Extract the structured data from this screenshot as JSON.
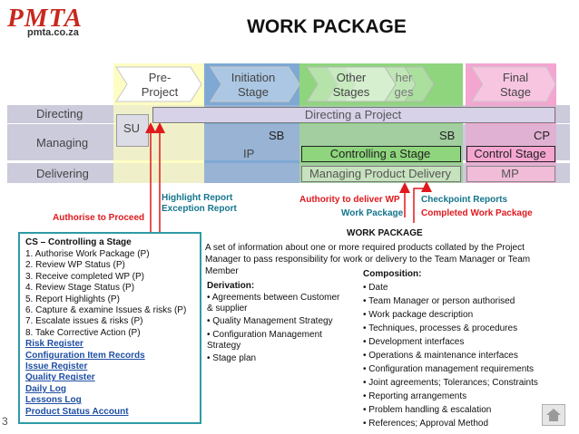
{
  "logo": {
    "brand": "PMTA",
    "site": "pmta.co.za"
  },
  "title": "WORK PACKAGE",
  "stages": {
    "pre_project": [
      "Pre-",
      "Project"
    ],
    "initiation": [
      "Initiation",
      "Stage"
    ],
    "other": [
      "Other",
      "Stages"
    ],
    "other_ghost": [
      "her",
      "ges"
    ],
    "final": [
      "Final",
      "Stage"
    ]
  },
  "rows": {
    "directing": "Directing",
    "managing": "Managing",
    "delivering": "Delivering"
  },
  "cells": {
    "su": "SU",
    "directing_project": "Directing a Project",
    "sb_initiation": "SB",
    "ip": "IP",
    "sb_other": "SB",
    "controlling_stage": "Controlling a Stage",
    "cp": "CP",
    "control_stage": "Control Stage",
    "managing_delivery": "Managing Product Delivery",
    "mp": "MP"
  },
  "flow_labels": {
    "highlight_report": "Highlight Report",
    "exception_report": "Exception Report",
    "authorise_to_proceed": "Authorise to Proceed",
    "authority_to_deliver": "Authority to deliver WP",
    "work_package": "Work Package",
    "checkpoint_reports": "Checkpoint Reports",
    "completed_work_package": "Completed Work Package"
  },
  "cs_panel": {
    "heading": "CS – Controlling a Stage",
    "steps": [
      "1. Authorise Work Package (P)",
      "2. Review WP Status (P)",
      "3. Receive completed WP (P)",
      "4. Review Stage Status (P)",
      "5. Report Highlights (P)",
      "6. Capture & examine Issues & risks (P)",
      "7. Escalate issues & risks (P)",
      "8. Take Corrective Action (P)"
    ],
    "links": [
      "Risk Register",
      "Configuration Item Records",
      "Issue Register",
      "Quality Register",
      "Daily Log",
      "Lessons Log",
      "Product Status Account"
    ]
  },
  "work_package": {
    "heading": "WORK PACKAGE",
    "description": "A set of information about one or more required products collated by the Project Manager to pass responsibility for work or delivery to the Team Manager or Team Member",
    "derivation_title": "Derivation:",
    "derivation": [
      "• Agreements between Customer & supplier",
      "• Quality Management Strategy",
      "• Configuration Management Strategy",
      "• Stage plan"
    ],
    "composition_title": "Composition:",
    "composition": [
      "• Date",
      "• Team Manager or person authorised",
      "• Work package description",
      "• Techniques, processes & procedures",
      "• Development interfaces",
      "• Operations & maintenance interfaces",
      "• Configuration management requirements",
      "• Joint agreements; Tolerances; Constraints",
      "• Reporting arrangements",
      "• Problem handling & escalation",
      "• References; Approval Method"
    ]
  },
  "slide_number": "3",
  "colors": {
    "stage_pre": "#fdfdc4",
    "stage_initiation": "#7fa9d4",
    "stage_other": "#8ed57d",
    "stage_final": "#f4a6d1",
    "row_band": "#c2c2d6",
    "accent_teal": "#2e9ba6",
    "red": "#e0191e"
  }
}
